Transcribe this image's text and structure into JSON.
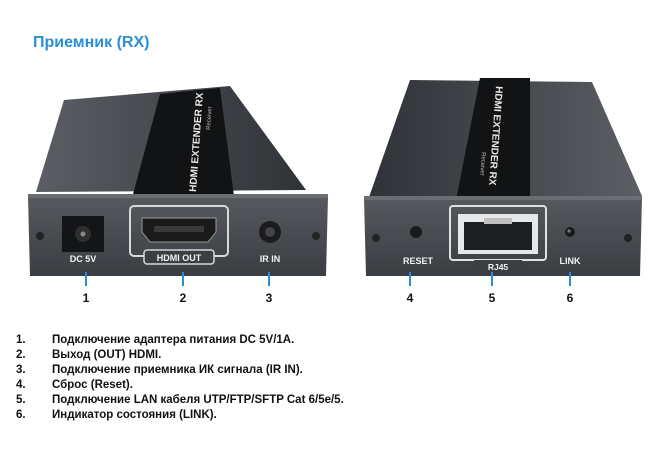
{
  "title": "Приемник (RX)",
  "left_device": {
    "top_label": "HDMI EXTENDER RX",
    "top_sub": "Receiver",
    "ports": {
      "dc": "DC 5V",
      "hdmi": "HDMI OUT",
      "ir": "IR IN"
    }
  },
  "right_device": {
    "top_label": "HDMI EXTENDER RX",
    "top_sub": "Receiver",
    "ports": {
      "reset": "RESET",
      "rj45": "RJ45",
      "link": "LINK"
    }
  },
  "callouts": [
    "1",
    "2",
    "3",
    "4",
    "5",
    "6"
  ],
  "items": [
    {
      "num": "1.",
      "text": "Подключение адаптера питания DC 5V/1A."
    },
    {
      "num": "2.",
      "text": "Выход (OUT) HDMI."
    },
    {
      "num": "3.",
      "text": "Подключение приемника ИК сигнала (IR IN)."
    },
    {
      "num": "4.",
      "text": "Сброс (Reset)."
    },
    {
      "num": "5.",
      "text": "Подключение LAN кабеля  UTP/FTP/SFTP Cat 6/5e/5."
    },
    {
      "num": "6.",
      "text": "Индикатор состояния (LINK)."
    }
  ],
  "colors": {
    "accent": "#2a8fd6",
    "body": "#3c3f44",
    "front": "#4a4d52"
  }
}
